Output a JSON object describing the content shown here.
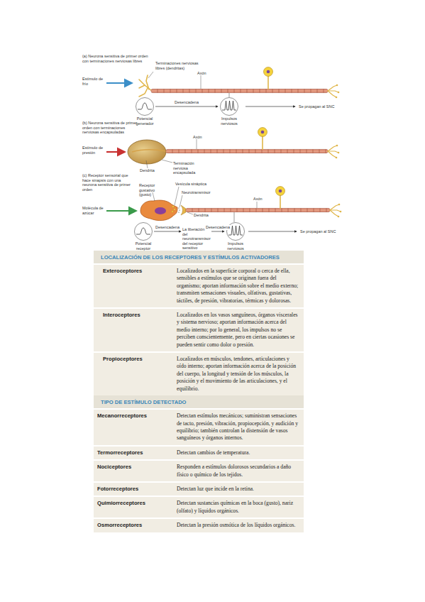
{
  "diagram": {
    "nodes": [
      {
        "text": [
          "Potencial generador"
        ]
      },
      {
        "text": [
          "Impulsos nerviosos"
        ]
      },
      {
        "text": [
          "Potencial receptor"
        ]
      },
      {
        "text": [
          "La liberación del neurotransmisor del receptor sensitivo"
        ]
      },
      {
        "text": [
          "Impulsos nerviosos"
        ]
      },
      {
        "text": [
          "LOCALIZACIÓN DE LOS RECEPTORES Y ESTÍMULOS ACTIVADORES"
        ]
      },
      {
        "text": [
          "TIPO DE ESTÍMULO DETECTADO"
        ]
      }
    ],
    "edges": [
      {
        "from": 0,
        "to": 1,
        "label": "Desencadena",
        "arrow": "to"
      },
      {
        "from": 2,
        "to": 3,
        "label": "Desencadena",
        "arrow": "to"
      },
      {
        "from": 3,
        "to": 4,
        "label": "Desencadena",
        "arrow": "to"
      }
    ],
    "labels": [
      "(a) Neurona sensitiva de primer orden con terminaciones nerviosas libres",
      "Terminaciones nerviosas libres (dendritas)",
      "Axón",
      "Estímulo de frío",
      "Se propagan al SNC",
      "(b) Neurona sensitiva de primer orden con terminaciones nerviosas encapsuladas",
      "Axón",
      "Estímulo de presión",
      "Dendrita",
      "Terminación nerviosa encapsulada",
      "(c) Receptor sensorial que hace sinapsis con una neurona sensitiva de primer orden",
      "Receptor gustativo (gusto)",
      "Vesícula sináptica",
      "Neurotransmisor",
      "Axón",
      "Molécula de azúcar",
      "Dendrita",
      "Se propagan al SNC",
      "Exteroceptores",
      "Localizados en la superficie corporal o cerca de ella, sensibles a estímulos que se originan fuera del organismo; aportan información sobre el medio externo; transmiten sensaciones visuales, olfativas, gustativas, táctiles, de presión, vibratorias, térmicas y dolorosas.",
      "Interoceptores",
      "Localizados en los vasos sanguíneos, órganos viscerales y sistema nervioso; aportan información acerca del medio interno; por lo general, los impulsos no se perciben conscientemente, pero en ciertas ocasiones se pueden sentir como dolor o presión.",
      "Propioceptores",
      "Localizados en músculos, tendones, articulaciones y oído interno; aportan información acerca de la posición del cuerpo, la longitud y tensión de los músculos, la posición y el movimiento de las articulaciones, y el equilibrio.",
      "Mecanorreceptores",
      "Detectan estímulos mecánicos; suministran sensaciones de tacto, presión, vibración, propiocepción, y audición y equilibrio; también controlan la distensión de vasos sanguíneos y órganos internos.",
      "Termorreceptores",
      "Detectan cambios de temperatura.",
      "Nociceptores",
      "Responden a estímulos dolorosos secundarios a daño físico o químico de los tejidos.",
      "Fotorreceptores",
      "Detectan luz que incide en la retina.",
      "Quimiorreceptores",
      "Detectan sustancias químicas en la boca (gusto), nariz (olfato) y líquidos orgánicos.",
      "Osmorreceptores",
      "Detectan la presión osmótica de los líquidos orgánicos."
    ]
  }
}
